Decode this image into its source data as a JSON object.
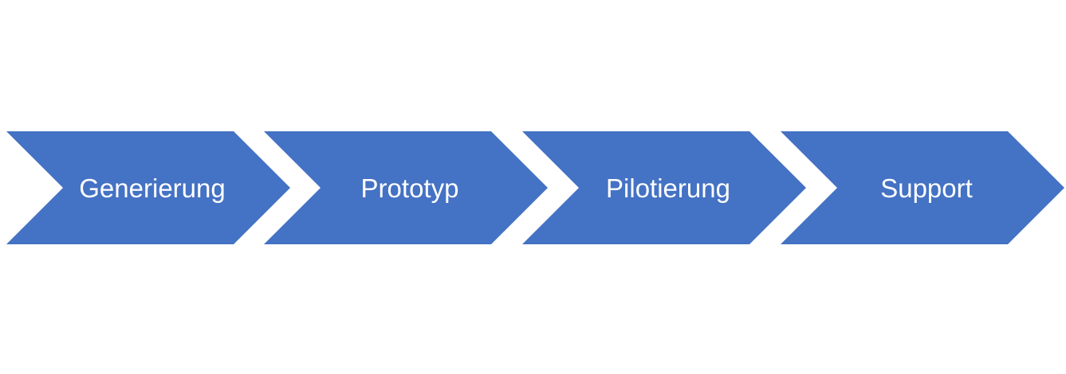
{
  "colors": {
    "background": "#ffffff",
    "chevron_fill": "#4472C4",
    "label_text": "#ffffff"
  },
  "process": {
    "steps": [
      {
        "label": "Generierung"
      },
      {
        "label": "Prototyp"
      },
      {
        "label": "Pilotierung"
      },
      {
        "label": "Support"
      }
    ]
  }
}
